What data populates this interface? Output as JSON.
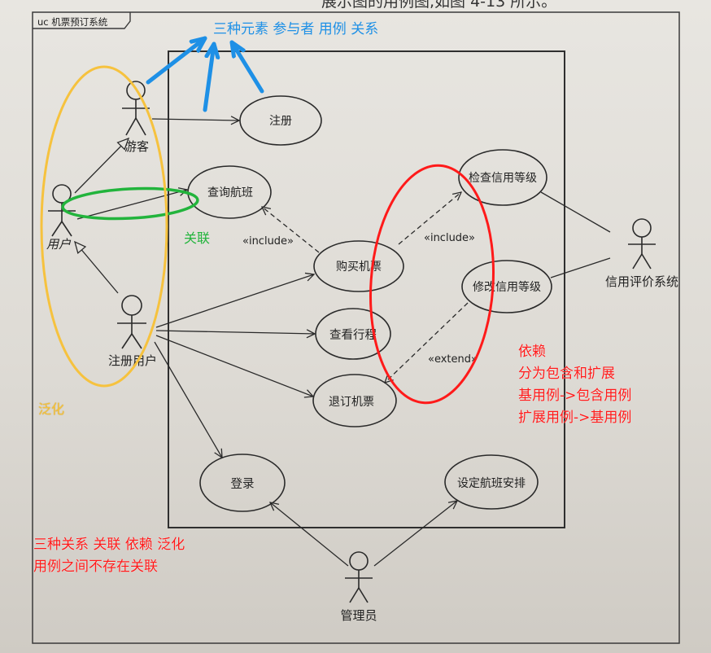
{
  "header_text": "展示图的用例图,如图 4-13 所示。",
  "frame_title": "uc 机票预订系统",
  "actors": {
    "visitor": "游客",
    "user": "用户",
    "registered_user": "注册用户",
    "credit_system": "信用评价系统",
    "admin": "管理员"
  },
  "use_cases": {
    "register": "注册",
    "query_flight": "查询航班",
    "buy_ticket": "购买机票",
    "check_credit": "检查信用等级",
    "modify_credit": "修改信用等级",
    "view_trip": "查看行程",
    "refund_ticket": "退订机票",
    "login": "登录",
    "set_schedule": "设定航班安排"
  },
  "stereotypes": {
    "include_left": "«include»",
    "include_right": "«include»",
    "extend": "«extend»"
  },
  "annotations": {
    "three_elements": "三种元素 参与者 用例 关系",
    "association": "关联",
    "generalization": "泛化",
    "dependency_lines": [
      "依赖",
      "分为包含和扩展",
      "基用例->包含用例",
      "扩展用例->基用例"
    ],
    "summary_lines": [
      "三种关系 关联 依赖 泛化",
      "用例之间不存在关联"
    ]
  },
  "colors": {
    "ink": "#2a2a2a",
    "blue": "#1e90e6",
    "green": "#22b43c",
    "yellow": "#f6c23e",
    "red": "#ff1a1a"
  }
}
